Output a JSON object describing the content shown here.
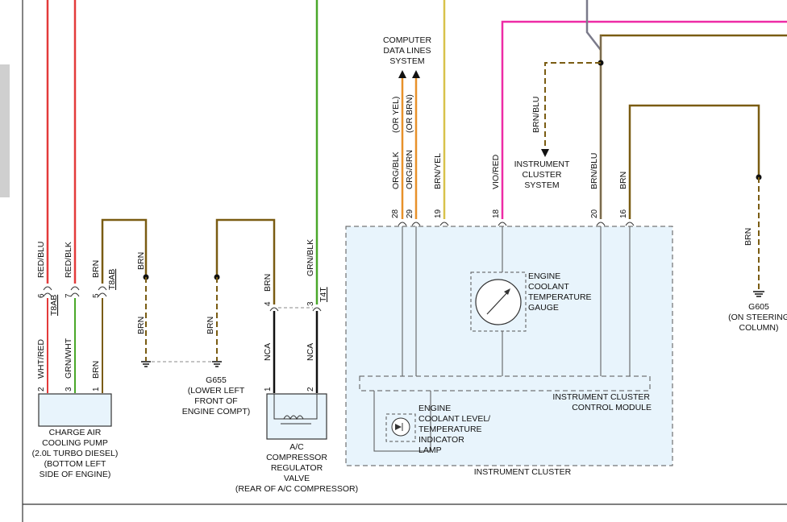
{
  "components": {
    "computer_data_lines": [
      "COMPUTER",
      "DATA LINES",
      "SYSTEM"
    ],
    "instrument_cluster_system": [
      "INSTRUMENT",
      "CLUSTER",
      "SYSTEM"
    ],
    "engine_coolant_temp_gauge": [
      "ENGINE",
      "COOLANT",
      "TEMPERATURE",
      "GAUGE"
    ],
    "instrument_cluster_control_module": [
      "INSTRUMENT CLUSTER",
      "CONTROL MODULE"
    ],
    "engine_coolant_lamp": [
      "ENGINE",
      "COOLANT LEVEL/",
      "TEMPERATURE",
      "INDICATOR",
      "LAMP"
    ],
    "instrument_cluster": "INSTRUMENT CLUSTER",
    "charge_air_cooling_pump": [
      "CHARGE AIR",
      "COOLING PUMP",
      "(2.0L TURBO DIESEL)",
      "(BOTTOM LEFT",
      "SIDE OF ENGINE)"
    ],
    "ac_compressor_valve": [
      "A/C",
      "COMPRESSOR",
      "REGULATOR",
      "VALVE",
      "(REAR OF A/C COMPRESSOR)"
    ],
    "g655": [
      "G655",
      "(LOWER LEFT",
      "FRONT OF",
      "ENGINE COMPT)"
    ],
    "g605": [
      "G605",
      "(ON STEERING",
      "COLUMN)"
    ]
  },
  "wire_labels": {
    "org_blk": "ORG/BLK",
    "or_yel": "(OR YEL)",
    "org_brn": "ORG/BRN",
    "or_brn": "(OR BRN)",
    "brn_yel": "BRN/YEL",
    "vio_red": "VIO/RED",
    "brn_blu_dashed": "BRN/BLU",
    "brn_blu_20": "BRN/BLU",
    "brn_16": "BRN",
    "brn_g605": "BRN",
    "red_blu": "RED/BLU",
    "red_blk": "RED/BLK",
    "brn_pump_top": "BRN",
    "brn_loop_a": "BRN",
    "brn_loop_a2": "BRN",
    "brn_loop_b": "BRN",
    "brn_ac_4": "BRN",
    "grn_blk": "GRN/BLK",
    "wht_red": "WHT/RED",
    "grn_wht": "GRN/WHT",
    "brn_pump_bot": "BRN",
    "nca_1": "NCA",
    "nca_2": "NCA"
  },
  "pins": {
    "p28": "28",
    "p29": "29",
    "p19": "19",
    "p18": "18",
    "p20": "20",
    "p16": "16",
    "c6": "6",
    "c7": "7",
    "c5": "5",
    "c4": "4",
    "c3": "3",
    "pump2": "2",
    "pump3": "3",
    "pump1": "1",
    "ac1": "1",
    "ac2": "2"
  },
  "connectors": {
    "t8ab_1": "T8AB",
    "t8ab_2": "T8AB",
    "t4t": "T4T"
  },
  "colors": {
    "orange": "#e8912a",
    "yellow": "#d8c24a",
    "magenta": "#ee2ba6",
    "brown": "#7a5c12",
    "red": "#e33b3b",
    "green": "#4aa82a",
    "gray": "#7a7a8a",
    "cluster_fill": "#e8f4fc"
  }
}
